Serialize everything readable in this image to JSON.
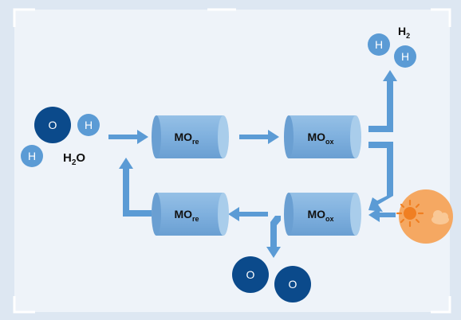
{
  "labels": {
    "h2o_main": "H",
    "h2o_sub": "2",
    "h2o_tail": "O",
    "h2_main": "H",
    "h2_sub": "2"
  },
  "atoms": {
    "oxygen": "O",
    "hydrogen": "H"
  },
  "cylinders": [
    {
      "main": "MO",
      "sub": "re"
    },
    {
      "main": "MO",
      "sub": "ox"
    },
    {
      "main": "MO",
      "sub": "re"
    },
    {
      "main": "MO",
      "sub": "ox"
    }
  ],
  "colors": {
    "background": "#dde7f2",
    "panel": "#eef3f9",
    "arrow": "#5b9bd5",
    "cylinder_body": "#7fb0de",
    "cylinder_end": "#a9cdeb",
    "oxygen": "#0b4a8b",
    "hydrogen": "#5b9bd5",
    "sun_disk": "#f5a862",
    "sun": "#f07f22",
    "cloud": "#f9c896"
  }
}
